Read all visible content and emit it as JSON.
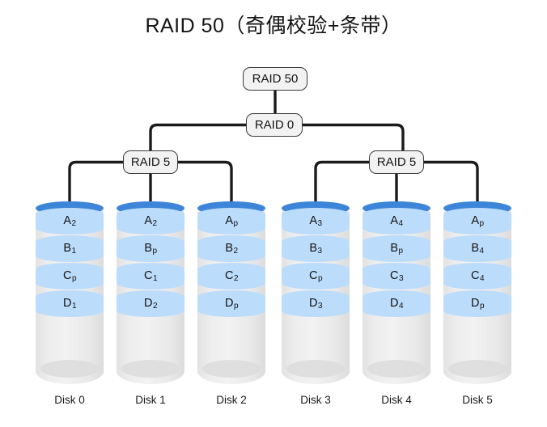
{
  "title": "RAID 50（奇偶校验+条带）",
  "colors": {
    "background": "#ffffff",
    "disk_top": "#3d85d8",
    "disk_block": "#bcdcfb",
    "disk_empty": "#ededed",
    "node_fill": "#f2f2f2",
    "node_border": "#3a3a3a",
    "connector": "#1b1b1b",
    "text": "#141414"
  },
  "tree": {
    "root": {
      "label": "RAID 50"
    },
    "level1": {
      "label": "RAID 0"
    },
    "level2": [
      {
        "label": "RAID 5"
      },
      {
        "label": "RAID 5"
      }
    ]
  },
  "disks": [
    {
      "caption": "Disk 0",
      "group": "RAID 5",
      "blocks": [
        {
          "base": "A",
          "sub": "2",
          "is_parity": false
        },
        {
          "base": "B",
          "sub": "1",
          "is_parity": false
        },
        {
          "base": "C",
          "sub": "p",
          "is_parity": true
        },
        {
          "base": "D",
          "sub": "1",
          "is_parity": false
        }
      ]
    },
    {
      "caption": "Disk 1",
      "group": "RAID 5",
      "blocks": [
        {
          "base": "A",
          "sub": "2",
          "is_parity": false
        },
        {
          "base": "B",
          "sub": "p",
          "is_parity": true
        },
        {
          "base": "C",
          "sub": "1",
          "is_parity": false
        },
        {
          "base": "D",
          "sub": "2",
          "is_parity": false
        }
      ]
    },
    {
      "caption": "Disk 2",
      "group": "RAID 5",
      "blocks": [
        {
          "base": "A",
          "sub": "p",
          "is_parity": true
        },
        {
          "base": "B",
          "sub": "2",
          "is_parity": false
        },
        {
          "base": "C",
          "sub": "2",
          "is_parity": false
        },
        {
          "base": "D",
          "sub": "p",
          "is_parity": true
        }
      ]
    },
    {
      "caption": "Disk 3",
      "group": "RAID 5",
      "blocks": [
        {
          "base": "A",
          "sub": "3",
          "is_parity": false
        },
        {
          "base": "B",
          "sub": "3",
          "is_parity": false
        },
        {
          "base": "C",
          "sub": "p",
          "is_parity": true
        },
        {
          "base": "D",
          "sub": "3",
          "is_parity": false
        }
      ]
    },
    {
      "caption": "Disk 4",
      "group": "RAID 5",
      "blocks": [
        {
          "base": "A",
          "sub": "4",
          "is_parity": false
        },
        {
          "base": "B",
          "sub": "p",
          "is_parity": true
        },
        {
          "base": "C",
          "sub": "3",
          "is_parity": false
        },
        {
          "base": "D",
          "sub": "4",
          "is_parity": false
        }
      ]
    },
    {
      "caption": "Disk 5",
      "group": "RAID 5",
      "blocks": [
        {
          "base": "A",
          "sub": "p",
          "is_parity": true
        },
        {
          "base": "B",
          "sub": "4",
          "is_parity": false
        },
        {
          "base": "C",
          "sub": "4",
          "is_parity": false
        },
        {
          "base": "D",
          "sub": "p",
          "is_parity": true
        }
      ]
    }
  ]
}
